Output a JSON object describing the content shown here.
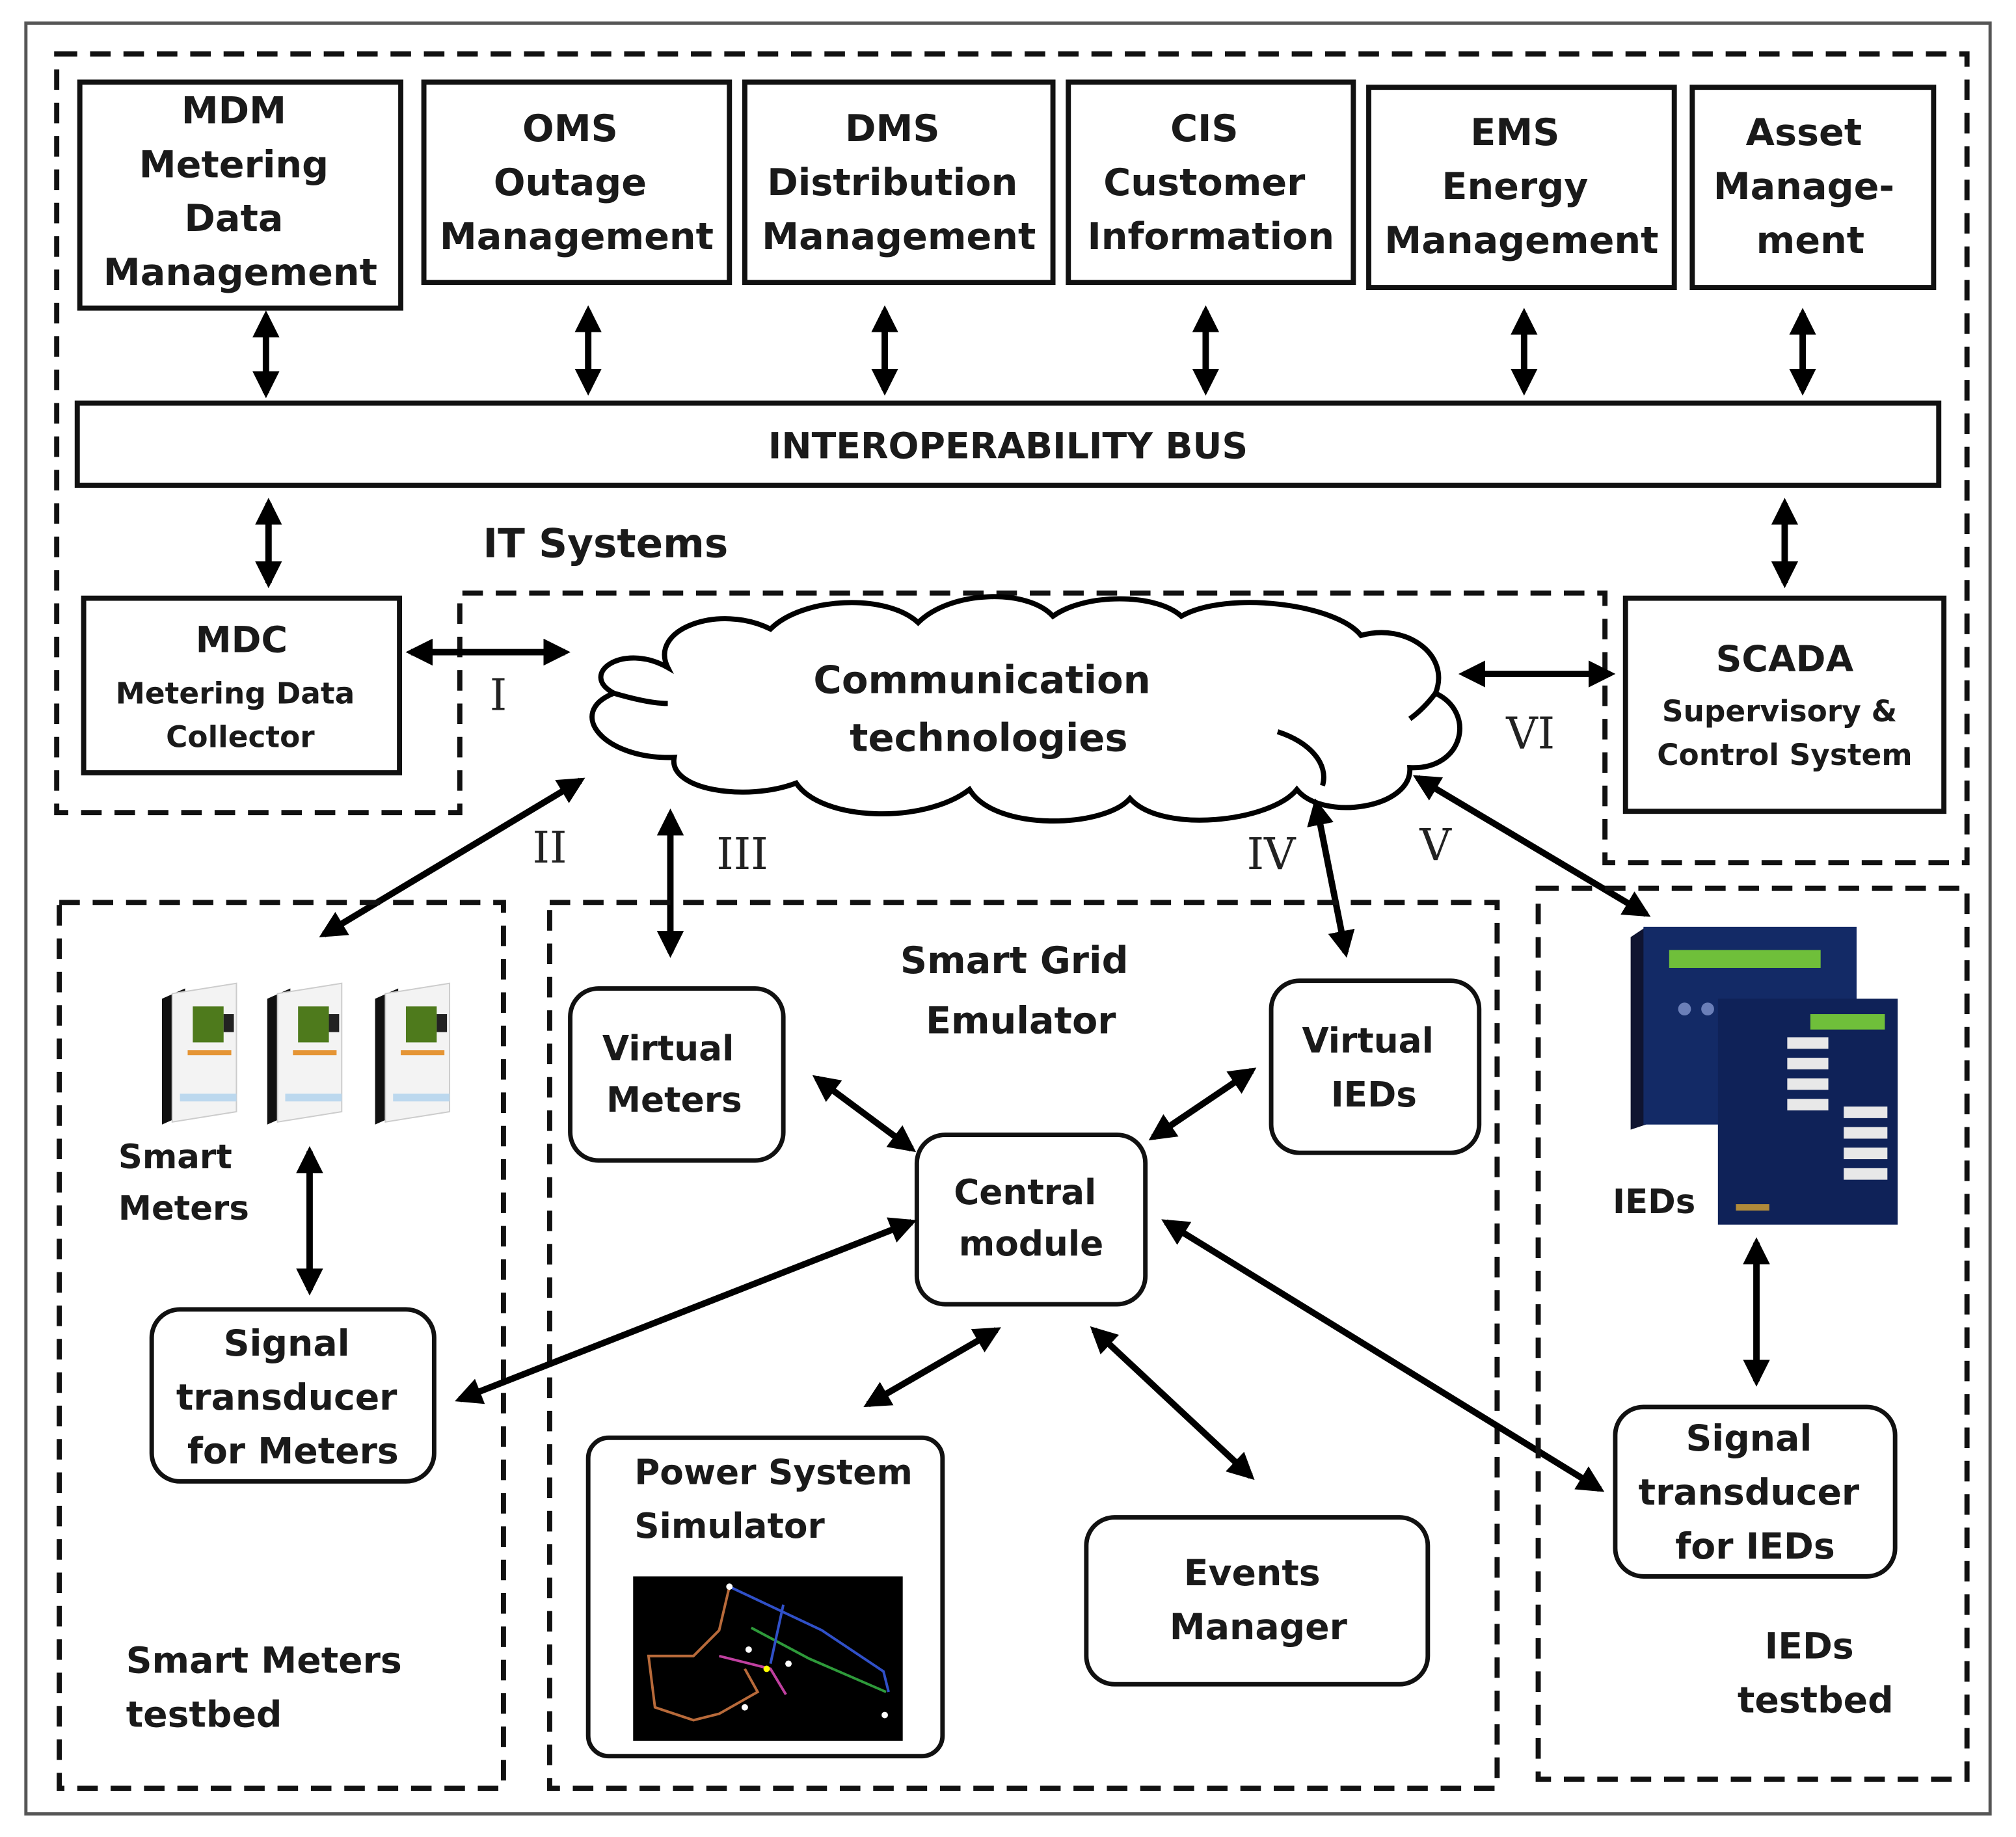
{
  "it_systems": {
    "label": "IT Systems",
    "modules": [
      {
        "id": "mdm",
        "lines": [
          "MDM",
          "Metering",
          "Data",
          "Management"
        ]
      },
      {
        "id": "oms",
        "lines": [
          "OMS",
          "Outage",
          "Management"
        ]
      },
      {
        "id": "dms",
        "lines": [
          "DMS",
          "Distribution",
          "Management"
        ]
      },
      {
        "id": "cis",
        "lines": [
          "CIS",
          "Customer",
          "Information"
        ]
      },
      {
        "id": "ems",
        "lines": [
          "EMS",
          "Energy",
          "Management"
        ]
      },
      {
        "id": "asset",
        "lines": [
          "Asset",
          "Manage-",
          "ment"
        ]
      }
    ],
    "bus_label": "INTEROPERABILITY BUS",
    "mdc": {
      "title": "MDC",
      "lines": [
        "Metering Data",
        "Collector"
      ]
    },
    "scada": {
      "title": "SCADA",
      "lines": [
        "Supervisory &",
        "Control System"
      ]
    }
  },
  "communication": {
    "lines": [
      "Communication",
      "technologies"
    ],
    "interfaces": [
      "I",
      "II",
      "III",
      "IV",
      "V",
      "VI"
    ]
  },
  "smart_meters_testbed": {
    "label_lines": [
      "Smart Meters",
      "testbed"
    ],
    "meters_label_lines": [
      "Smart",
      "Meters"
    ],
    "transducer_lines": [
      "Signal",
      "transducer",
      "for Meters"
    ]
  },
  "emulator": {
    "label_lines": [
      "Smart Grid",
      "Emulator"
    ],
    "virtual_meters": [
      "Virtual",
      "Meters"
    ],
    "virtual_ieds": [
      "Virtual",
      "IEDs"
    ],
    "central_module": [
      "Central",
      "module"
    ],
    "power_system_simulator": [
      "Power System",
      "Simulator"
    ],
    "events_manager": [
      "Events",
      "Manager"
    ]
  },
  "ieds_testbed": {
    "label_lines": [
      "IEDs",
      "testbed"
    ],
    "ieds_label": "IEDs",
    "transducer_lines": [
      "Signal",
      "transducer",
      "for IEDs"
    ]
  }
}
